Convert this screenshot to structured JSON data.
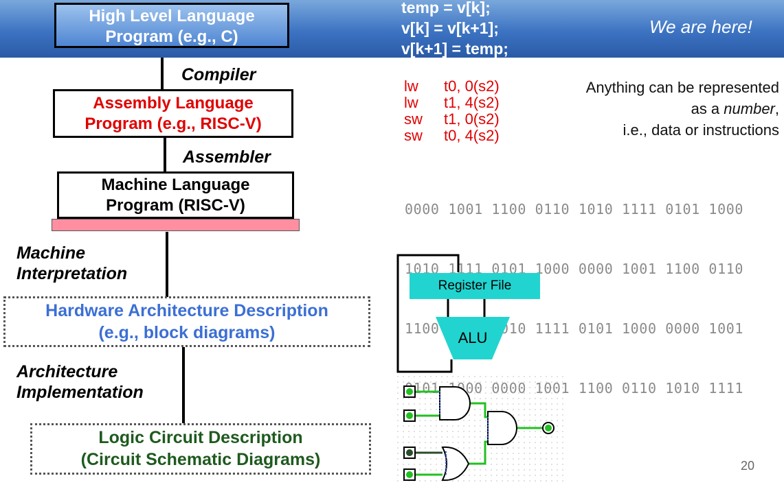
{
  "header": {
    "code_lines": [
      "temp = v[k];",
      "v[k] = v[k+1];",
      "v[k+1] = temp;"
    ],
    "here_label": "We are here!"
  },
  "levels": {
    "high_level_line1": "High Level Language",
    "high_level_line2": "Program (e.g., C)",
    "compiler": "Compiler",
    "assembly_line1": "Assembly  Language",
    "assembly_line2": "Program (e.g., RISC-V)",
    "assembler": "Assembler",
    "machine_line1": "Machine  Language",
    "machine_line2": "Program (RISC-V)",
    "interp_line1": "Machine",
    "interp_line2": "Interpretation",
    "hw_line1": "Hardware Architecture Description",
    "hw_line2": "(e.g., block diagrams)",
    "impl_line1": "Architecture",
    "impl_line2": "Implementation",
    "logic_line1": "Logic Circuit Description",
    "logic_line2": "(Circuit Schematic Diagrams)"
  },
  "assembly": [
    {
      "op": "lw",
      "args": "t0, 0(s2)"
    },
    {
      "op": "lw",
      "args": "t1, 4(s2)"
    },
    {
      "op": "sw",
      "args": "t1, 0(s2)"
    },
    {
      "op": "sw",
      "args": "t0, 4(s2)"
    }
  ],
  "note": {
    "line1": "Anything can be represented",
    "line2_pre": "as a ",
    "line2_em": "number",
    "line2_post": ",",
    "line3": "i.e., data or instructions"
  },
  "binary_rows": [
    "0000 1001 1100 0110 1010 1111 0101 1000",
    "1010 1111 0101 1000 0000 1001 1100 0110",
    "1100 0110 1010 1111 0101 1000 0000 1001",
    "0101 1000 0000 1001 1100 0110 1010 1111"
  ],
  "block_diagram": {
    "register_file": "Register File",
    "alu": "ALU"
  },
  "slide_number": "20",
  "colors": {
    "assembly_red": "#e00000",
    "hardware_blue": "#3c6fd4",
    "logic_green": "#1e5a1e",
    "register_cyan": "#22d4cf",
    "pink_bar": "#ff8fa0"
  }
}
